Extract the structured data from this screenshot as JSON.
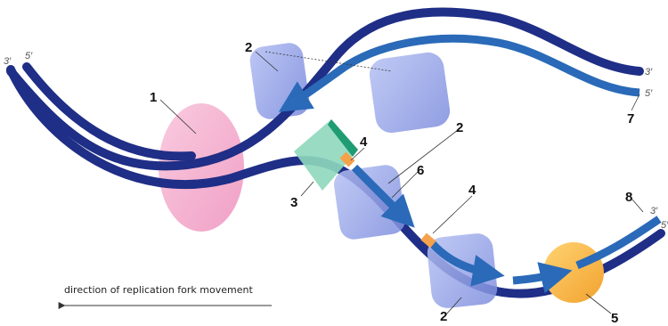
{
  "diagram": {
    "colors": {
      "strand_dark": "#1f2e86",
      "strand_light": "#2a6ab8",
      "helicase_pink": "#f4a6c8",
      "protein_blue": "#8f9ee6",
      "primase_green": "#5fc9a5",
      "primer_orange": "#f5a24a",
      "ligase_yellow": "#f8b940"
    },
    "strand_ends": {
      "left_top_3": "3′",
      "left_top_5": "5′",
      "right_top_3": "3′",
      "right_top_5": "5′",
      "right_bottom_3": "3′",
      "right_bottom_5": "5′"
    },
    "labels": {
      "helicase": "1",
      "protein_top": "2",
      "protein_mid": "2",
      "protein_bottom": "2",
      "primase": "3",
      "primer_a": "4",
      "primer_b": "4",
      "ligase": "5",
      "lagging_strand": "6",
      "leading_strand": "7",
      "okazaki_fragment": "8"
    },
    "caption": "direction of replication fork movement"
  }
}
